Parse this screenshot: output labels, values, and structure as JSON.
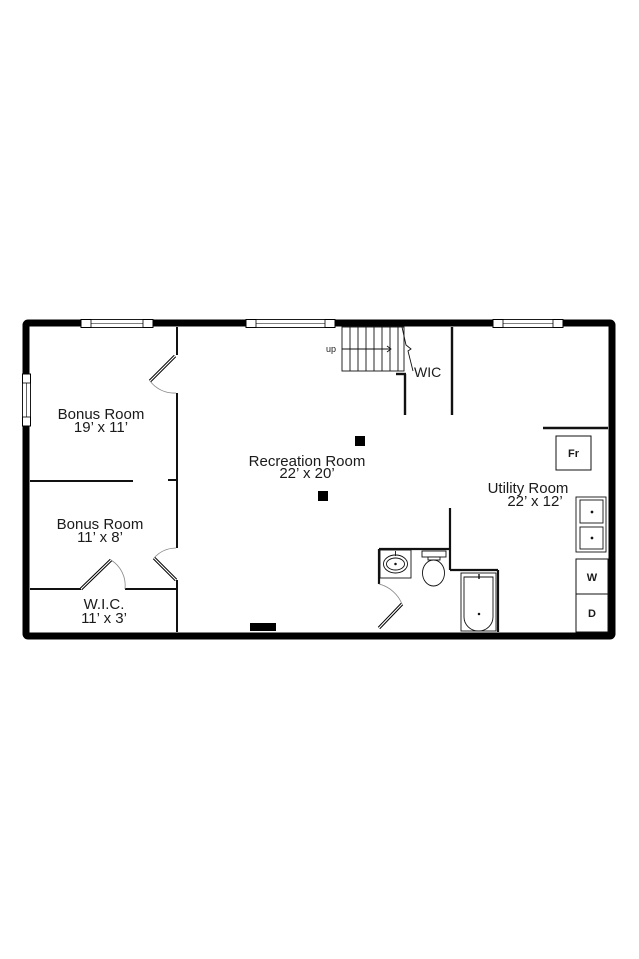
{
  "floor_plan": {
    "colors": {
      "wall": "#000000",
      "line": "#1a1a1a",
      "background": "#ffffff",
      "door_arc": "#888888"
    },
    "rooms": [
      {
        "id": "bonus-room-1",
        "name": "Bonus Room",
        "dimensions": "19’ x 11’"
      },
      {
        "id": "bonus-room-2",
        "name": "Bonus Room",
        "dimensions": "11’ x 8’"
      },
      {
        "id": "wic-left",
        "name": "W.I.C.",
        "dimensions": "11’ x 3’"
      },
      {
        "id": "recreation-room",
        "name": "Recreation Room",
        "dimensions": "22’ x 20’"
      },
      {
        "id": "utility-room",
        "name": "Utility Room",
        "dimensions": "22’ x 12’"
      }
    ],
    "labels": {
      "stairs": "up",
      "wic_closet": "WIC",
      "furnace": "Fr",
      "washer": "W",
      "dryer": "D"
    }
  }
}
